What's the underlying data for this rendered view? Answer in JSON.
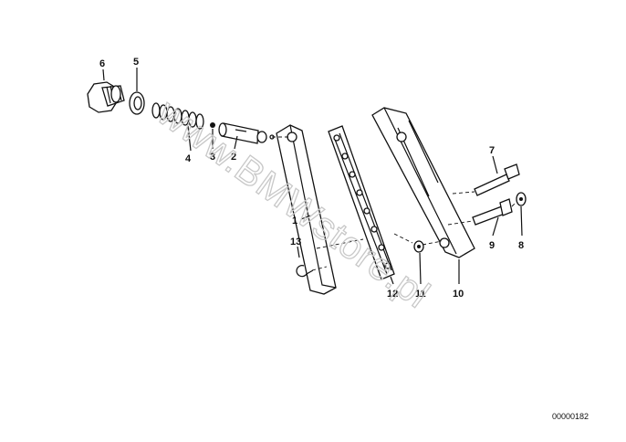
{
  "watermark": "www.BMWstore.pl",
  "document_number": "00000182",
  "callouts": {
    "p1": "1",
    "p2": "2",
    "p3": "3",
    "p4": "4",
    "p5": "5",
    "p6": "6",
    "p7": "7",
    "p8": "8",
    "p9": "9",
    "p10": "10",
    "p11": "11",
    "p12": "12",
    "p13": "13"
  }
}
